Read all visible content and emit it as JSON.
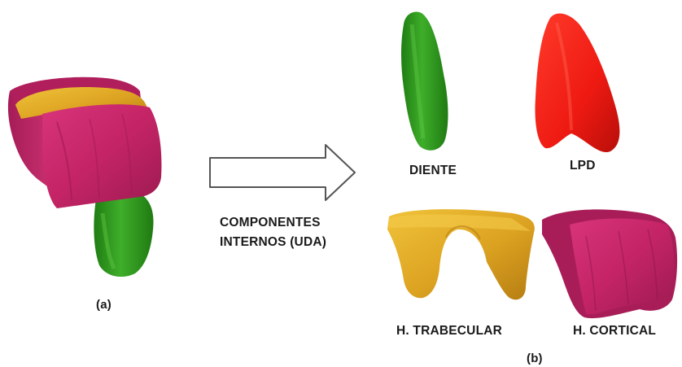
{
  "labels": {
    "assembly": "(a)",
    "arrow_caption_line1": "COMPONENTES",
    "arrow_caption_line2": "INTERNOS (UDA)",
    "diente": "DIENTE",
    "lpd": "LPD",
    "trabecular": "H. TRABECULAR",
    "cortical": "H. CORTICAL",
    "components": "(b)"
  },
  "colors": {
    "diente": "#2e9a1e",
    "lpd": "#f01c14",
    "trabecular": "#e2ac25",
    "cortical": "#c8246a",
    "label_text": "#1a1a1a",
    "arrow_stroke": "#555555"
  }
}
